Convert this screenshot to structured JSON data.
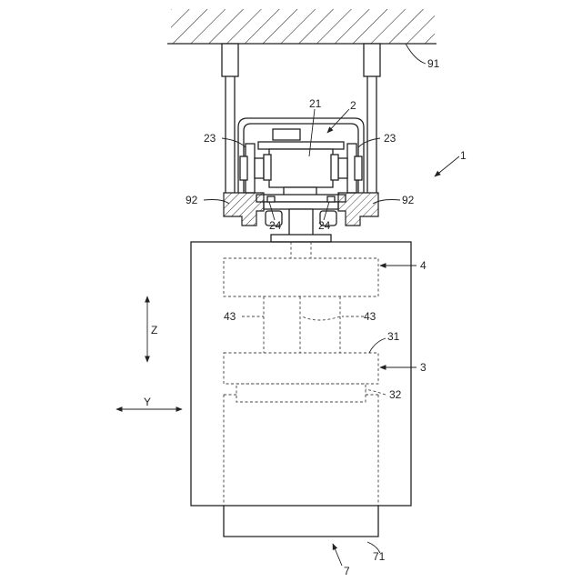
{
  "labels": {
    "ceiling": "91",
    "assembly": "1",
    "unit": "2",
    "motor": "21",
    "bracket_left": "23",
    "bracket_right": "23",
    "rail_left": "92",
    "rail_right": "92",
    "wheel_left": "24",
    "wheel_right": "24",
    "upper_block": "4",
    "rods_left": "43",
    "rods_right": "43",
    "plate_top": "31",
    "middle_block": "3",
    "plate_bottom": "32",
    "bottom_part": "71",
    "base": "7"
  },
  "axes": {
    "z": "Z",
    "y": "Y"
  }
}
